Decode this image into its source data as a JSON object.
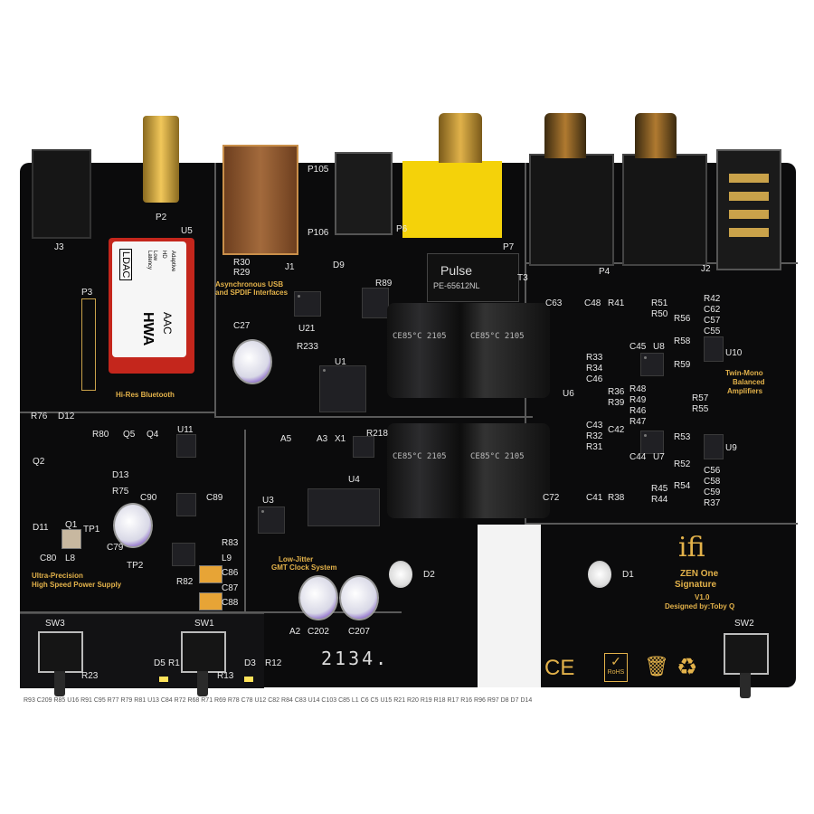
{
  "brand": {
    "logo": "ifi",
    "product": "ZEN One",
    "product2": "Signature",
    "version": "V1.0",
    "designer": "Designed by:Toby Q"
  },
  "sections": {
    "bluetooth": "Hi-Res Bluetooth",
    "usb_line1": "Asynchronous USB",
    "usb_line2": "and SPDIF Interfaces",
    "power_line1": "Ultra-Precision",
    "power_line2": "High Speed Power Supply",
    "clock_line1": "Low-Jitter",
    "clock_line2": "GMT Clock System",
    "amp_line1": "Twin-Mono",
    "amp_line2": "Balanced",
    "amp_line3": "Amplifiers"
  },
  "bt_module": {
    "ldac": "LDAC",
    "adaptive": "Adaptive",
    "hd": "HD",
    "low_latency": "Low Latency",
    "aac": "AAC",
    "hwa": "HWA"
  },
  "transformer": {
    "brand": "Pulse",
    "part": "PE-65612NL"
  },
  "capacitor_marking": "CE85°C 2105",
  "date_code": "2134.",
  "compliance": [
    "CE",
    "RoHS"
  ],
  "designators": {
    "J3": "J3",
    "P2": "P2",
    "U5": "U5",
    "J1": "J1",
    "R30": "R30",
    "R29": "R29",
    "P105": "P105",
    "P106": "P106",
    "P6": "P6",
    "P7": "P7",
    "T3": "T3",
    "P4": "P4",
    "J2": "J2",
    "P3": "P3",
    "C27": "C27",
    "U21": "U21",
    "R233": "R233",
    "U1": "U1",
    "D9": "D9",
    "R93": "R93",
    "C209": "C209",
    "R85": "R85",
    "U16": "U16",
    "R91": "R91",
    "C95": "C95",
    "R89": "R89",
    "C63": "C63",
    "R76": "R76",
    "D12": "D12",
    "R80": "R80",
    "Q5": "Q5",
    "Q4": "Q4",
    "U11": "U11",
    "Q2": "Q2",
    "R77": "R77",
    "R79": "R79",
    "R81": "R81",
    "D13": "D13",
    "U13": "U13",
    "C84": "C84",
    "R72": "R72",
    "R68": "R68",
    "R71": "R71",
    "R69": "R69",
    "R78": "R78",
    "C78": "C78",
    "R75": "R75",
    "C90": "C90",
    "C89": "C89",
    "U12": "U12",
    "D11": "D11",
    "Q1": "Q1",
    "TP1": "TP1",
    "C79": "C79",
    "C80": "C80",
    "L8": "L8",
    "C82": "C82",
    "R84": "R84",
    "R83": "R83",
    "C83": "C83",
    "L9": "L9",
    "TP2": "TP2",
    "U14": "U14",
    "C86": "C86",
    "C87": "C87",
    "C88": "C88",
    "R82": "R82",
    "C103": "C103",
    "C85": "C85",
    "A5": "A5",
    "A3": "A3",
    "X1": "X1",
    "R218": "R218",
    "L1": "L1",
    "C6": "C6",
    "C5": "C5",
    "U4": "U4",
    "U3": "U3",
    "U15": "U15",
    "A2": "A2",
    "C202": "C202",
    "C207": "C207",
    "C72": "C72",
    "D2": "D2",
    "R21": "R21",
    "R20": "R20",
    "R19": "R19",
    "D1": "D1",
    "R18": "R18",
    "R17": "R17",
    "R16": "R16",
    "SW3": "SW3",
    "SW1": "SW1",
    "SW2": "SW2",
    "R23": "R23",
    "R96": "R96",
    "R97": "R97",
    "D8": "D8",
    "D7": "D7",
    "D14": "D14",
    "D5": "D5",
    "R1": "R1",
    "R13": "R13",
    "D3": "D3",
    "R12": "R12",
    "C48": "C48",
    "R41": "R41",
    "R51": "R51",
    "R50": "R50",
    "R42": "R42",
    "C62": "C62",
    "C57": "C57",
    "C55": "C55",
    "R56": "R56",
    "R58": "R58",
    "C45": "C45",
    "U8": "U8",
    "U10": "U10",
    "R33": "R33",
    "R34": "R34",
    "C46": "C46",
    "R59": "R59",
    "R36": "R36",
    "R39": "R39",
    "R48": "R48",
    "R49": "R49",
    "R46": "R46",
    "R47": "R47",
    "R57": "R57",
    "R55": "R55",
    "C43": "C43",
    "R32": "R32",
    "R31": "R31",
    "C42": "C42",
    "R53": "R53",
    "U9": "U9",
    "C44": "C44",
    "U7": "U7",
    "R52": "R52",
    "C56": "C56",
    "C58": "C58",
    "C59": "C59",
    "R37": "R37",
    "C41": "C41",
    "R38": "R38",
    "R45": "R45",
    "R44": "R44",
    "R54": "R54",
    "U6": "U6"
  }
}
